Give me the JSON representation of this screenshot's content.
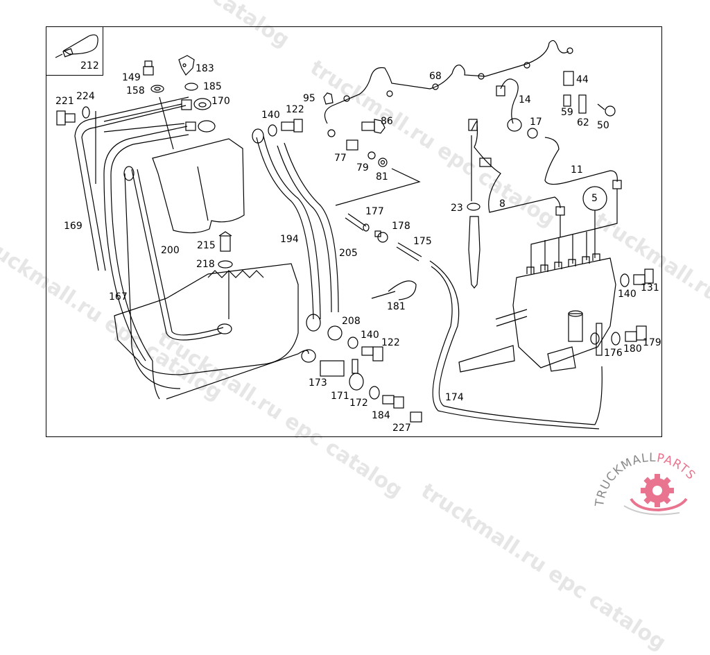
{
  "diagram": {
    "title": "Fuel injection pump, lines and filter assembly",
    "inset_label": "212",
    "callout_circle_label": "5",
    "part_labels": [
      {
        "id": "212",
        "text": "212"
      },
      {
        "id": "149",
        "text": "149"
      },
      {
        "id": "183",
        "text": "183"
      },
      {
        "id": "158",
        "text": "158"
      },
      {
        "id": "185",
        "text": "185"
      },
      {
        "id": "170",
        "text": "170"
      },
      {
        "id": "221",
        "text": "221"
      },
      {
        "id": "224",
        "text": "224"
      },
      {
        "id": "95",
        "text": "95"
      },
      {
        "id": "140a",
        "text": "140"
      },
      {
        "id": "122a",
        "text": "122"
      },
      {
        "id": "68",
        "text": "68"
      },
      {
        "id": "86",
        "text": "86"
      },
      {
        "id": "77",
        "text": "77"
      },
      {
        "id": "79",
        "text": "79"
      },
      {
        "id": "81",
        "text": "81"
      },
      {
        "id": "14",
        "text": "14"
      },
      {
        "id": "17",
        "text": "17"
      },
      {
        "id": "44",
        "text": "44"
      },
      {
        "id": "59",
        "text": "59"
      },
      {
        "id": "62",
        "text": "62"
      },
      {
        "id": "50",
        "text": "50"
      },
      {
        "id": "11",
        "text": "11"
      },
      {
        "id": "8",
        "text": "8"
      },
      {
        "id": "23",
        "text": "23"
      },
      {
        "id": "169",
        "text": "169"
      },
      {
        "id": "200",
        "text": "200"
      },
      {
        "id": "215",
        "text": "215"
      },
      {
        "id": "218",
        "text": "218"
      },
      {
        "id": "194",
        "text": "194"
      },
      {
        "id": "205",
        "text": "205"
      },
      {
        "id": "177",
        "text": "177"
      },
      {
        "id": "178",
        "text": "178"
      },
      {
        "id": "175",
        "text": "175"
      },
      {
        "id": "167",
        "text": "167"
      },
      {
        "id": "181",
        "text": "181"
      },
      {
        "id": "208",
        "text": "208"
      },
      {
        "id": "140b",
        "text": "140"
      },
      {
        "id": "122b",
        "text": "122"
      },
      {
        "id": "173",
        "text": "173"
      },
      {
        "id": "171",
        "text": "171"
      },
      {
        "id": "172",
        "text": "172"
      },
      {
        "id": "184",
        "text": "184"
      },
      {
        "id": "227",
        "text": "227"
      },
      {
        "id": "174",
        "text": "174"
      },
      {
        "id": "140c",
        "text": "140"
      },
      {
        "id": "131",
        "text": "131"
      },
      {
        "id": "176",
        "text": "176"
      },
      {
        "id": "180",
        "text": "180"
      },
      {
        "id": "179",
        "text": "179"
      }
    ]
  },
  "watermarks": [
    "epc catalog",
    "truckmall.ru epc catalog",
    "truckmall.ru epc catalog",
    "truckmall.ru epc catalog",
    "truckmall.ru epc catalog"
  ],
  "logo": {
    "text_main": "TRUCKMALL",
    "text_accent": "PARTS",
    "accent_color": "#e8748f",
    "main_color": "#8a8a8a"
  }
}
